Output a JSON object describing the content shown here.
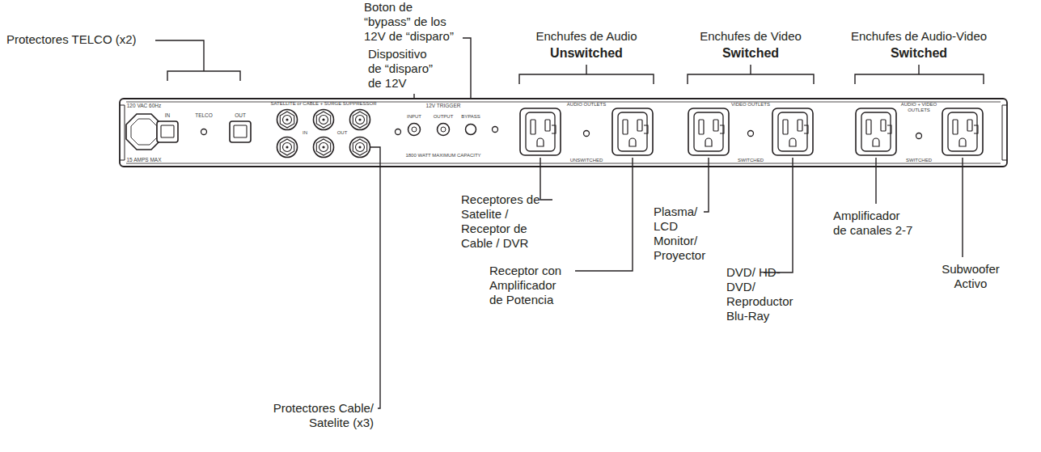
{
  "diagram": {
    "labels": [
      "Protectores TELCO (x2)",
      "Dispositivo de “disparo” de 12V",
      "Boton de “bypass” de los 12V de “disparo”",
      "Enchufes de Audio",
      "Unswitched",
      "Enchufes de Video",
      "Switched",
      "Enchufes de Audio-Video",
      "Switched",
      "Receptores de Satelite / Receptor de Cable / DVR",
      "Receptor con Amplificador de Potencia",
      "Plasma/ LCD Monitor/ Proyector",
      "DVD/ HD-DVD/ Reproductor Blu-Ray",
      "Amplificador de canales 2-7",
      "Subwoofer Activo",
      "Protectores Cable/ Satelite (x3)",
      "120 VAC 60Hz",
      "15 AMPS MAX",
      "IN",
      "TELCO",
      "OUT",
      "SATELLITE or CABLE + SURGE SUPPRESSOR",
      "IN",
      "OUT",
      "12V TRIGGER",
      "INPUT",
      "OUTPUT",
      "BYPASS",
      "1800 WATT MAXIMUM CAPACITY",
      "AUDIO OUTLETS",
      "UNSWITCHED",
      "VIDEO OUTLETS",
      "SWITCHED",
      "AUDIO + VIDEO OUTLETS",
      "SWITCHED"
    ]
  }
}
